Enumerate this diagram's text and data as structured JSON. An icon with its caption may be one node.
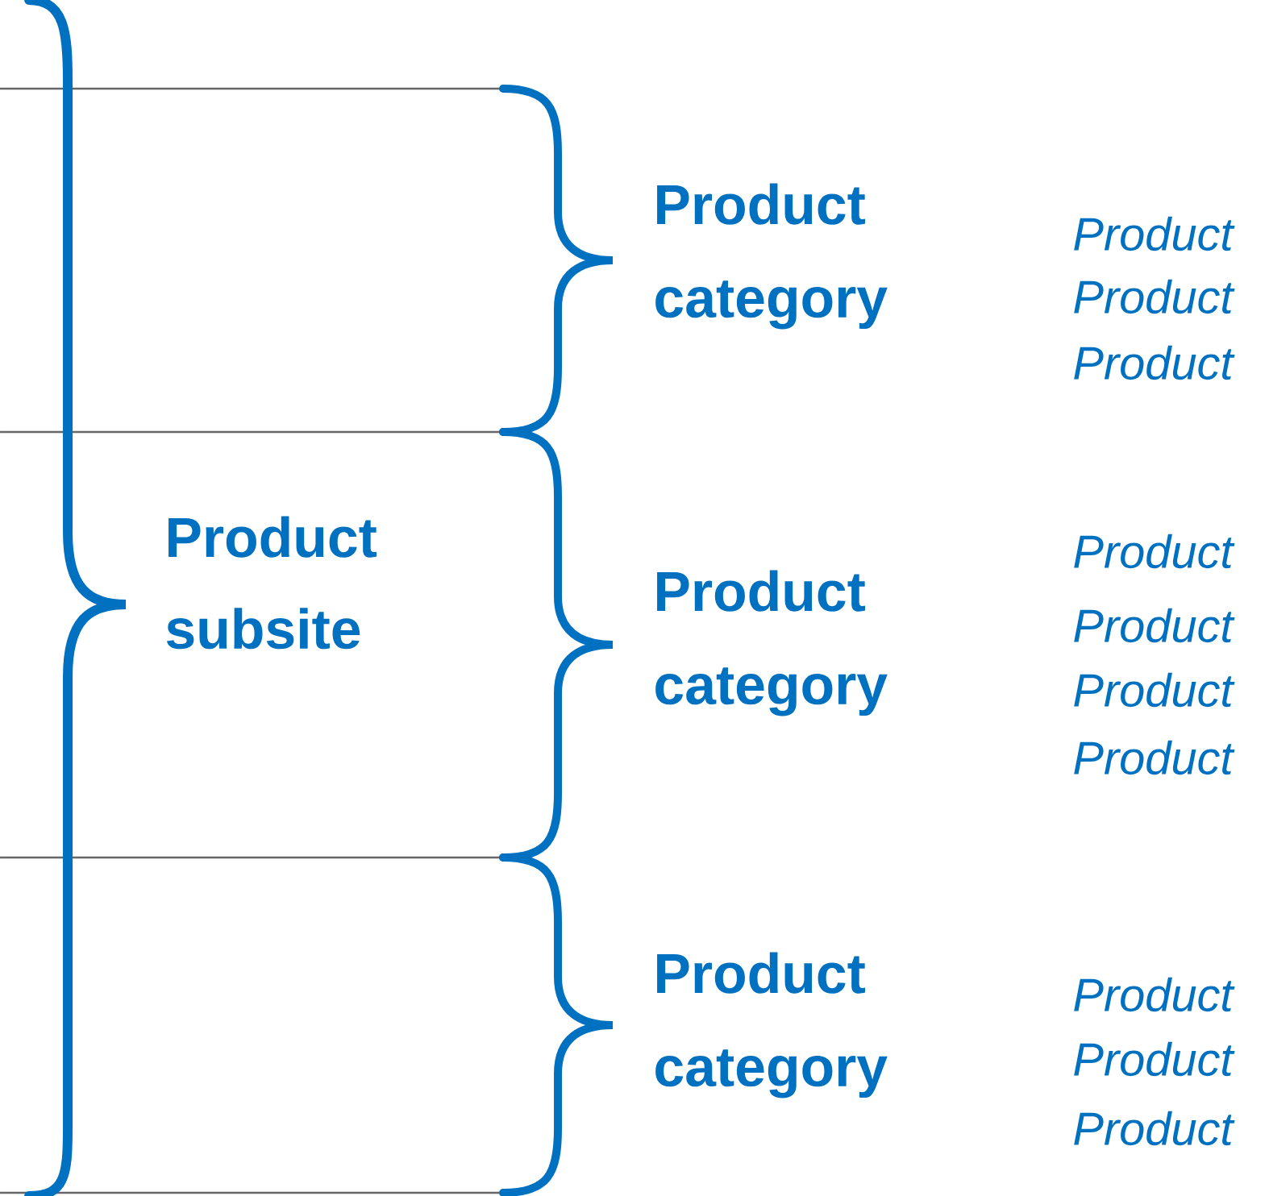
{
  "diagram": {
    "labels": [
      "Product category",
      "Product",
      "Product",
      "Product",
      "Product subsite",
      "Product category",
      "Product",
      "Product",
      "Product",
      "Product",
      "Product category",
      "Product",
      "Product",
      "Product"
    ]
  }
}
